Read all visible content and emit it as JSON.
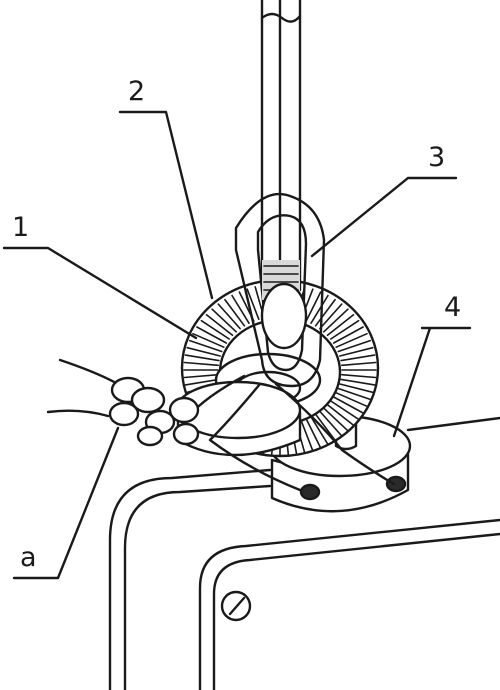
{
  "callouts": [
    {
      "id": "1",
      "label": "1"
    },
    {
      "id": "2",
      "label": "2"
    },
    {
      "id": "3",
      "label": "3"
    },
    {
      "id": "4",
      "label": "4"
    },
    {
      "id": "a",
      "label": "a"
    }
  ],
  "colors": {
    "ink": "#1a1a1a",
    "background": "#ffffff",
    "shade": "#d9d9d9"
  }
}
